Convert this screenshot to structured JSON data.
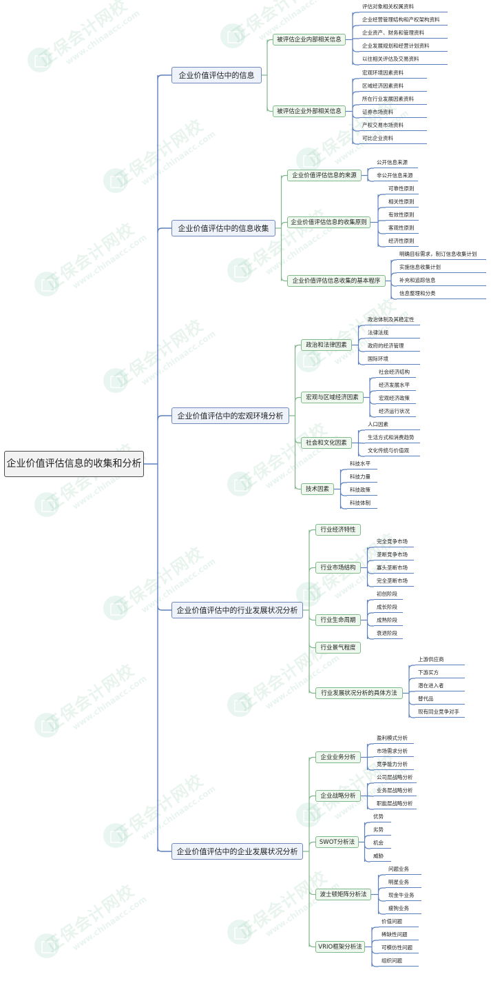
{
  "colors": {
    "edge": "#5b7fbe",
    "edge_l2": "#7fb48a"
  },
  "watermark": {
    "cn": "正保会计网校",
    "en": "www.chinaacc.com"
  },
  "mindmap": {
    "root": "企业价值评估信息的收集和分析",
    "branches": [
      {
        "label": "企业价值评估中的信息",
        "children": [
          {
            "label": "被评估企业内部相关信息",
            "items": [
              "评估对象相关权属资料",
              "企业经营管理结构和产权架构资料",
              "企业资产、财务和管理资料",
              "企业发展规划和经营计划资料",
              "以往相关评估及交易资料"
            ]
          },
          {
            "label": "被评估企业外部相关信息",
            "items": [
              "宏观环境因素资料",
              "区域经济因素资料",
              "所在行业发展因素资料",
              "证券市场资料",
              "产权交易市场资料",
              "可比企业资料"
            ]
          }
        ]
      },
      {
        "label": "企业价值评估中的信息收集",
        "children": [
          {
            "label": "企业价值评估信息的来源",
            "items": [
              "公开信息来源",
              "非公开信息来源"
            ]
          },
          {
            "label": "企业价值评估信息的收集原则",
            "items": [
              "可靠性原则",
              "相关性原则",
              "有效性原则",
              "客观性原则",
              "经济性原则"
            ]
          },
          {
            "label": "企业价值评估信息收集的基本程序",
            "items": [
              "明确目标需求，制订信息收集计划",
              "实施信息收集计划",
              "补充和追踪信息",
              "信息整理和分类"
            ]
          }
        ]
      },
      {
        "label": "企业价值评估中的宏观环境分析",
        "children": [
          {
            "label": "政治和法律因素",
            "items": [
              "政治体制及其稳定性",
              "法律法规",
              "政府的经济管理",
              "国际环境"
            ]
          },
          {
            "label": "宏观与区域经济因素",
            "items": [
              "社会经济结构",
              "经济发展水平",
              "宏观经济政策",
              "经济运行状况"
            ]
          },
          {
            "label": "社会和文化因素",
            "items": [
              "人口因素",
              "生活方式和消费趋势",
              "文化传统与价值观"
            ]
          },
          {
            "label": "技术因素",
            "items": [
              "科技水平",
              "科技力量",
              "科技政策",
              "科技体制"
            ]
          }
        ]
      },
      {
        "label": "企业价值评估中的行业发展状况分析",
        "children": [
          {
            "label": "行业经济特性",
            "items": []
          },
          {
            "label": "行业市场结构",
            "items": [
              "完全竞争市场",
              "垄断竞争市场",
              "寡头垄断市场",
              "完全垄断市场"
            ]
          },
          {
            "label": "行业生命周期",
            "items": [
              "初创阶段",
              "成长阶段",
              "成熟阶段",
              "衰退阶段"
            ]
          },
          {
            "label": "行业景气程度",
            "items": []
          },
          {
            "label": "行业发展状况分析的具体方法",
            "items": [
              "上游供应商",
              "下游买方",
              "潜在进入者",
              "替代品",
              "现有同业竞争对手"
            ]
          }
        ]
      },
      {
        "label": "企业价值评估中的企业发展状况分析",
        "children": [
          {
            "label": "企业业务分析",
            "items": [
              "盈利模式分析",
              "市场需求分析",
              "竞争能力分析"
            ]
          },
          {
            "label": "企业战略分析",
            "items": [
              "公司层战略分析",
              "业务层战略分析",
              "职能层战略分析"
            ]
          },
          {
            "label": "SWOT分析法",
            "items": [
              "优势",
              "劣势",
              "机会",
              "威胁"
            ]
          },
          {
            "label": "波士顿矩阵分析法",
            "items": [
              "问题业务",
              "明星业务",
              "现金牛业务",
              "瘦狗业务"
            ]
          },
          {
            "label": "VRIO框架分析法",
            "items": [
              "价值问题",
              "稀缺性问题",
              "可模仿性问题",
              "组织问题"
            ]
          }
        ]
      }
    ]
  }
}
